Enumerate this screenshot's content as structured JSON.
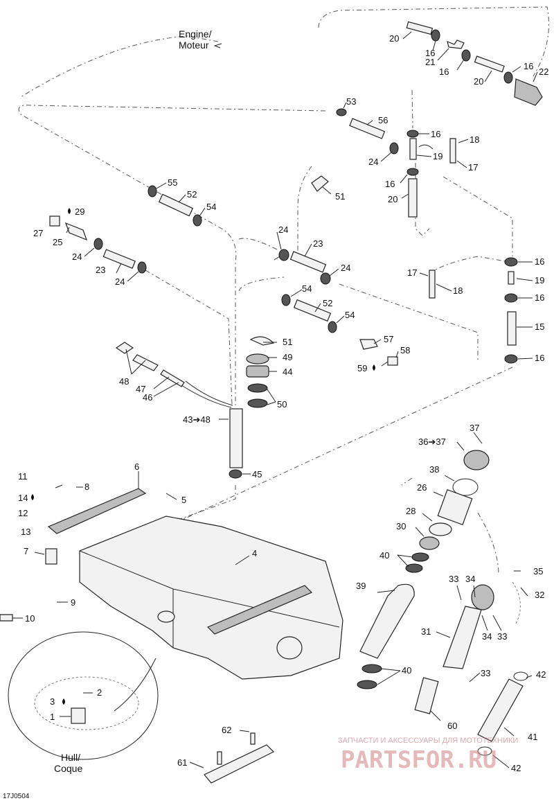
{
  "diagram_code": "17J0504",
  "destination": {
    "line1": "Engine/",
    "line2": "Moteur"
  },
  "hull_label": {
    "line1": "Hull/",
    "line2": "Coque"
  },
  "watermark": {
    "caption": "ЗАПЧАСТИ И АКСЕССУАРЫ ДЛЯ МОТОТЕХНИКИ",
    "logo": "PARTSFOR.RU"
  },
  "callouts": [
    {
      "id": "c-20a",
      "label": "20"
    },
    {
      "id": "c-16a",
      "label": "16"
    },
    {
      "id": "c-21",
      "label": "21"
    },
    {
      "id": "c-16b",
      "label": "16"
    },
    {
      "id": "c-16c",
      "label": "16"
    },
    {
      "id": "c-22",
      "label": "22"
    },
    {
      "id": "c-20b",
      "label": "20"
    },
    {
      "id": "c-53",
      "label": "53"
    },
    {
      "id": "c-56",
      "label": "56"
    },
    {
      "id": "c-16d",
      "label": "16"
    },
    {
      "id": "c-18a",
      "label": "18"
    },
    {
      "id": "c-24a",
      "label": "24"
    },
    {
      "id": "c-19a",
      "label": "19"
    },
    {
      "id": "c-17a",
      "label": "17"
    },
    {
      "id": "c-16e",
      "label": "16"
    },
    {
      "id": "c-20c",
      "label": "20"
    },
    {
      "id": "c-51a",
      "label": "51"
    },
    {
      "id": "c-55",
      "label": "55"
    },
    {
      "id": "c-52a",
      "label": "52"
    },
    {
      "id": "c-54a",
      "label": "54"
    },
    {
      "id": "c-29",
      "label": "29"
    },
    {
      "id": "c-27",
      "label": "27"
    },
    {
      "id": "c-25",
      "label": "25"
    },
    {
      "id": "c-24b",
      "label": "24"
    },
    {
      "id": "c-23a",
      "label": "23"
    },
    {
      "id": "c-24c",
      "label": "24"
    },
    {
      "id": "c-24d",
      "label": "24"
    },
    {
      "id": "c-23b",
      "label": "23"
    },
    {
      "id": "c-24e",
      "label": "24"
    },
    {
      "id": "c-17b",
      "label": "17"
    },
    {
      "id": "c-16f",
      "label": "16"
    },
    {
      "id": "c-19b",
      "label": "19"
    },
    {
      "id": "c-18b",
      "label": "18"
    },
    {
      "id": "c-16g",
      "label": "16"
    },
    {
      "id": "c-54b",
      "label": "54"
    },
    {
      "id": "c-52b",
      "label": "52"
    },
    {
      "id": "c-54c",
      "label": "54"
    },
    {
      "id": "c-15",
      "label": "15"
    },
    {
      "id": "c-51b",
      "label": "51"
    },
    {
      "id": "c-49",
      "label": "49"
    },
    {
      "id": "c-44",
      "label": "44"
    },
    {
      "id": "c-57",
      "label": "57"
    },
    {
      "id": "c-58",
      "label": "58"
    },
    {
      "id": "c-59",
      "label": "59"
    },
    {
      "id": "c-16h",
      "label": "16"
    },
    {
      "id": "c-50",
      "label": "50"
    },
    {
      "id": "c-48",
      "label": "48"
    },
    {
      "id": "c-47",
      "label": "47"
    },
    {
      "id": "c-46",
      "label": "46"
    },
    {
      "id": "c-43-48",
      "label": "43➔48"
    },
    {
      "id": "c-37",
      "label": "37"
    },
    {
      "id": "c-36-37",
      "label": "36➔37"
    },
    {
      "id": "c-45",
      "label": "45"
    },
    {
      "id": "c-6",
      "label": "6"
    },
    {
      "id": "c-11",
      "label": "11"
    },
    {
      "id": "c-8",
      "label": "8"
    },
    {
      "id": "c-14",
      "label": "14"
    },
    {
      "id": "c-5",
      "label": "5"
    },
    {
      "id": "c-38",
      "label": "38"
    },
    {
      "id": "c-26",
      "label": "26"
    },
    {
      "id": "c-12",
      "label": "12"
    },
    {
      "id": "c-13",
      "label": "13"
    },
    {
      "id": "c-28",
      "label": "28"
    },
    {
      "id": "c-7",
      "label": "7"
    },
    {
      "id": "c-4",
      "label": "4"
    },
    {
      "id": "c-30",
      "label": "30"
    },
    {
      "id": "c-40a",
      "label": "40"
    },
    {
      "id": "c-35",
      "label": "35"
    },
    {
      "id": "c-33a",
      "label": "33"
    },
    {
      "id": "c-34a",
      "label": "34"
    },
    {
      "id": "c-32",
      "label": "32"
    },
    {
      "id": "c-39",
      "label": "39"
    },
    {
      "id": "c-9",
      "label": "9"
    },
    {
      "id": "c-10",
      "label": "10"
    },
    {
      "id": "c-31",
      "label": "31"
    },
    {
      "id": "c-34b",
      "label": "34"
    },
    {
      "id": "c-33b",
      "label": "33"
    },
    {
      "id": "c-40b",
      "label": "40"
    },
    {
      "id": "c-33c",
      "label": "33"
    },
    {
      "id": "c-42a",
      "label": "42"
    },
    {
      "id": "c-2",
      "label": "2"
    },
    {
      "id": "c-3",
      "label": "3"
    },
    {
      "id": "c-1",
      "label": "1"
    },
    {
      "id": "c-60",
      "label": "60"
    },
    {
      "id": "c-62",
      "label": "62"
    },
    {
      "id": "c-41",
      "label": "41"
    },
    {
      "id": "c-61",
      "label": "61"
    },
    {
      "id": "c-42b",
      "label": "42"
    }
  ]
}
